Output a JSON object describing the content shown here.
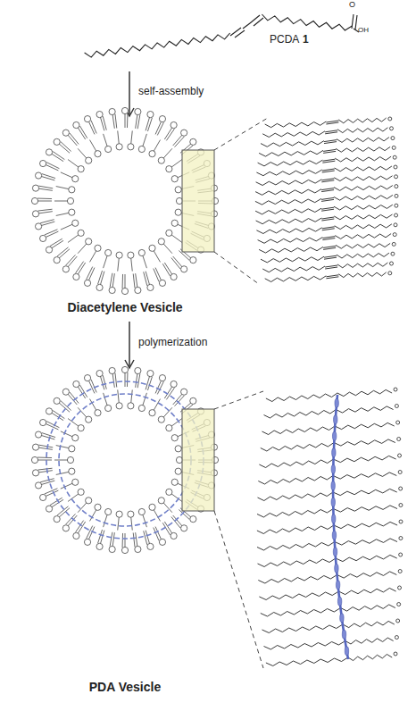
{
  "diagram": {
    "labels": [
      "O",
      "OH",
      "PCDA",
      "1",
      "self-assembly",
      "Diacetylene Vesicle",
      "polymerization",
      "PDA Vesicle"
    ]
  }
}
